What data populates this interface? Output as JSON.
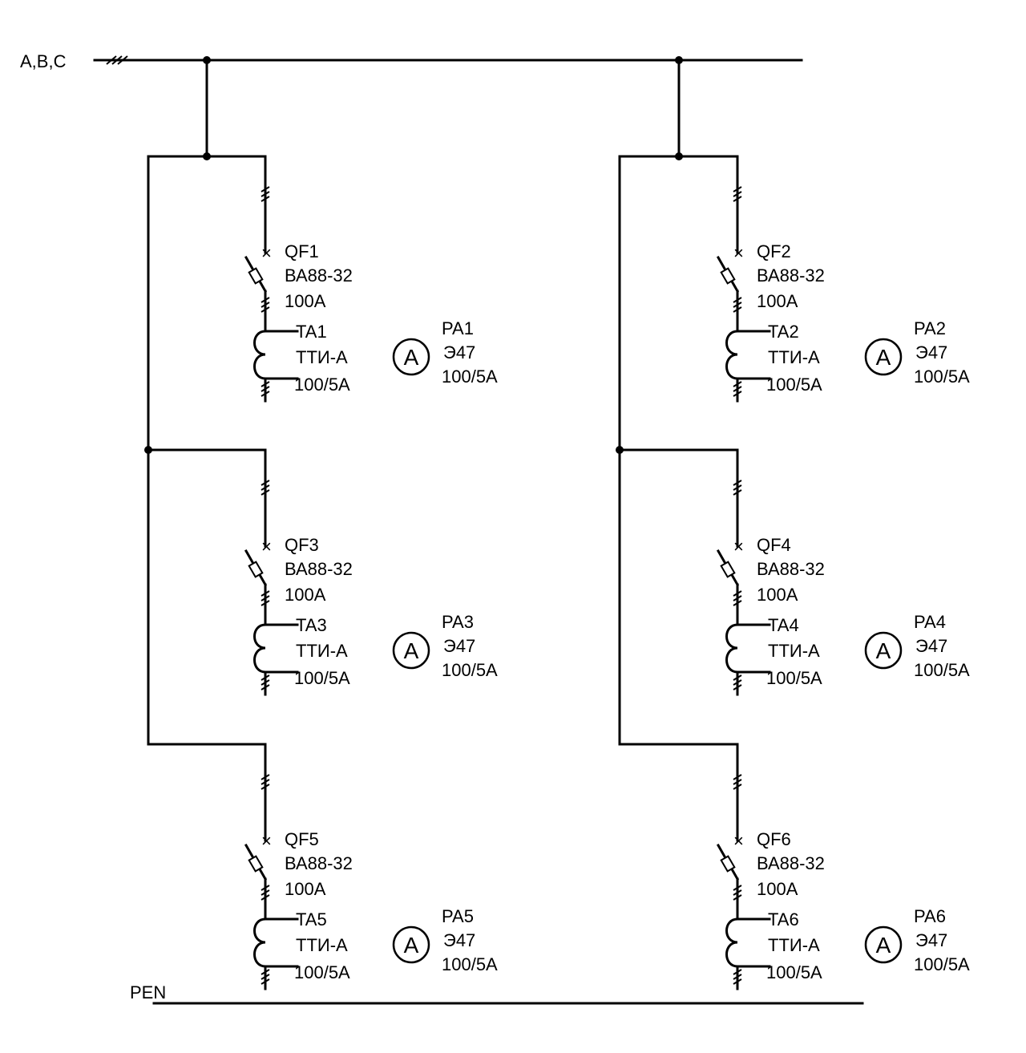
{
  "bus_label": "A,B,C",
  "pen_label": "PEN",
  "ammeter_symbol": "A",
  "feeders": [
    {
      "breaker": {
        "name": "QF1",
        "type": "ВА88-32",
        "rating": "100А"
      },
      "ct": {
        "name": "TA1",
        "type": "ТТИ-А",
        "ratio": "100/5А"
      },
      "meter": {
        "name": "PA1",
        "type": "Э47",
        "ratio": "100/5А"
      }
    },
    {
      "breaker": {
        "name": "QF2",
        "type": "ВА88-32",
        "rating": "100А"
      },
      "ct": {
        "name": "TA2",
        "type": "ТТИ-А",
        "ratio": "100/5А"
      },
      "meter": {
        "name": "PA2",
        "type": "Э47",
        "ratio": "100/5А"
      }
    },
    {
      "breaker": {
        "name": "QF3",
        "type": "ВА88-32",
        "rating": "100А"
      },
      "ct": {
        "name": "TA3",
        "type": "ТТИ-А",
        "ratio": "100/5А"
      },
      "meter": {
        "name": "PA3",
        "type": "Э47",
        "ratio": "100/5А"
      }
    },
    {
      "breaker": {
        "name": "QF4",
        "type": "ВА88-32",
        "rating": "100А"
      },
      "ct": {
        "name": "TA4",
        "type": "ТТИ-А",
        "ratio": "100/5А"
      },
      "meter": {
        "name": "PA4",
        "type": "Э47",
        "ratio": "100/5А"
      }
    },
    {
      "breaker": {
        "name": "QF5",
        "type": "ВА88-32",
        "rating": "100А"
      },
      "ct": {
        "name": "TA5",
        "type": "ТТИ-А",
        "ratio": "100/5А"
      },
      "meter": {
        "name": "PA5",
        "type": "Э47",
        "ratio": "100/5А"
      }
    },
    {
      "breaker": {
        "name": "QF6",
        "type": "ВА88-32",
        "rating": "100А"
      },
      "ct": {
        "name": "TA6",
        "type": "ТТИ-А",
        "ratio": "100/5А"
      },
      "meter": {
        "name": "PA6",
        "type": "Э47",
        "ratio": "100/5А"
      }
    }
  ]
}
